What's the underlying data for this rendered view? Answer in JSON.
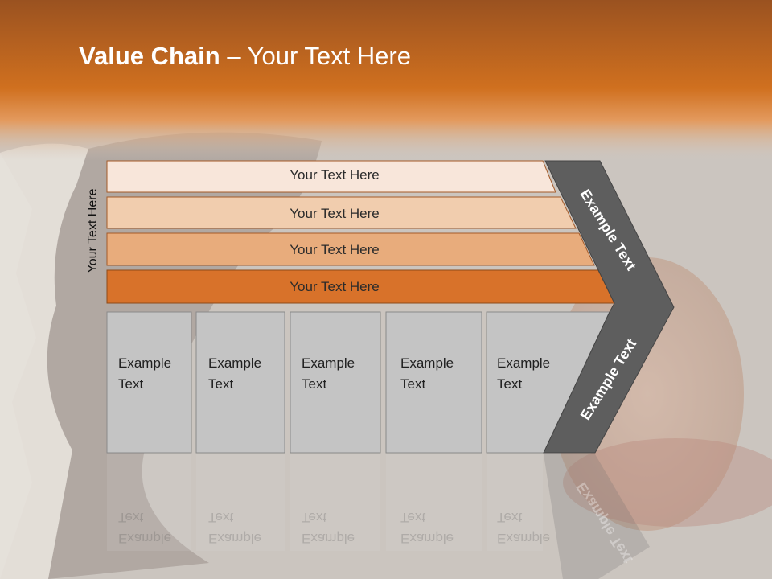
{
  "slide": {
    "title_bold": "Value Chain",
    "title_rest": " – Your Text Here",
    "side_label": "Your Text Here"
  },
  "bars": [
    {
      "label": "Your Text Here",
      "color": "#f8e6da"
    },
    {
      "label": "Your Text Here",
      "color": "#f1cdae"
    },
    {
      "label": "Your Text Here",
      "color": "#e8ac7c"
    },
    {
      "label": "Your Text Here",
      "color": "#d8722a"
    }
  ],
  "boxes": [
    {
      "line1": "Example",
      "line2": "Text"
    },
    {
      "line1": "Example",
      "line2": "Text"
    },
    {
      "line1": "Example",
      "line2": "Text"
    },
    {
      "line1": "Example",
      "line2": "Text"
    },
    {
      "line1": "Example",
      "line2": "Text"
    }
  ],
  "chevron": {
    "top_label": "Example Text",
    "bottom_label": "Example Text",
    "color": "#5e5e5e"
  },
  "colors": {
    "header_orange": "#d06e22",
    "box_fill": "#c4c4c4",
    "box_stroke": "#8a8a8a"
  }
}
